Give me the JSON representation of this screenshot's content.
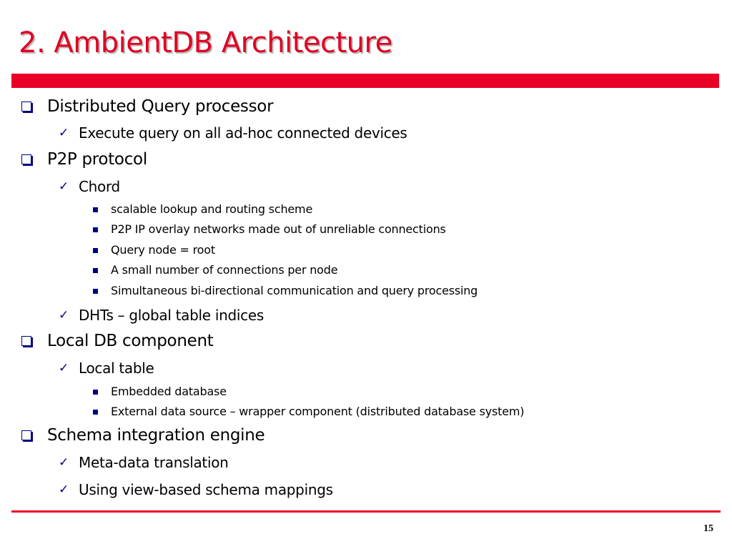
{
  "slide": {
    "title": "2. AmbientDB Architecture",
    "page_number": "15",
    "accent_color": "#ea0027",
    "bullet_color": "#000080"
  },
  "outline": [
    {
      "level": 1,
      "marker": "hollow-square-icon",
      "text": "Distributed Query processor"
    },
    {
      "level": 2,
      "marker": "checkmark-icon",
      "text": "Execute query on all ad-hoc connected devices"
    },
    {
      "level": 1,
      "marker": "hollow-square-icon",
      "text": "P2P protocol"
    },
    {
      "level": 2,
      "marker": "checkmark-icon",
      "text": "Chord"
    },
    {
      "level": 3,
      "marker": "filled-square-icon",
      "text": "scalable lookup and routing scheme"
    },
    {
      "level": 3,
      "marker": "filled-square-icon",
      "text": "P2P IP overlay networks made out of unreliable connections"
    },
    {
      "level": 3,
      "marker": "filled-square-icon",
      "text": "Query node = root"
    },
    {
      "level": 3,
      "marker": "filled-square-icon",
      "text": "A small number of connections per node"
    },
    {
      "level": 3,
      "marker": "filled-square-icon",
      "text": "Simultaneous bi-directional communication and query processing"
    },
    {
      "level": 2,
      "marker": "checkmark-icon",
      "text": "DHTs – global table indices"
    },
    {
      "level": 1,
      "marker": "hollow-square-icon",
      "text": "Local DB component"
    },
    {
      "level": 2,
      "marker": "checkmark-icon",
      "text": "Local table"
    },
    {
      "level": 3,
      "marker": "filled-square-icon",
      "text": "Embedded database"
    },
    {
      "level": 3,
      "marker": "filled-square-icon",
      "text": "External data source – wrapper component (distributed database system)"
    },
    {
      "level": 1,
      "marker": "hollow-square-icon",
      "text": "Schema integration engine"
    },
    {
      "level": 2,
      "marker": "checkmark-icon",
      "text": "Meta-data translation"
    },
    {
      "level": 2,
      "marker": "checkmark-icon",
      "text": "Using view-based schema mappings"
    }
  ]
}
